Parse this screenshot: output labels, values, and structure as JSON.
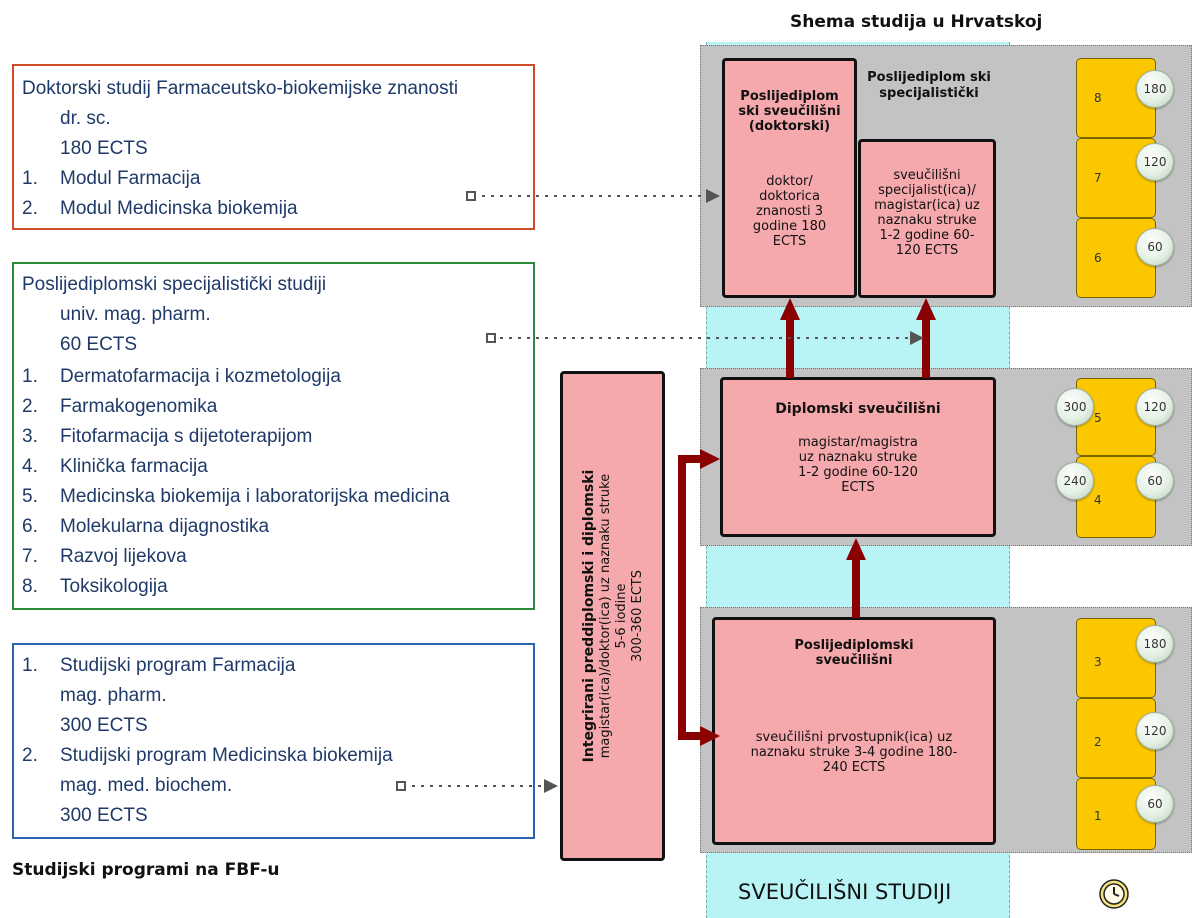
{
  "scheme_title": "Shema studija u Hrvatskoj",
  "fbf_caption": "Studijski programi na FBF-u",
  "bottom_label": "SVEUČILIŠNI STUDIJI",
  "doctoral_box": {
    "lines": [
      "Doktorski studij Farmaceutsko-biokemijske znanosti",
      "dr. sc.",
      "180 ECTS",
      "Modul Farmacija",
      "Modul Medicinska biokemija"
    ],
    "nums": [
      "1.",
      "2."
    ]
  },
  "specialist_box": {
    "lines": [
      "Poslijediplomski specijalistički studiji",
      "univ. mag. pharm.",
      "60 ECTS",
      "Dermatofarmacija i kozmetologija",
      "Farmakogenomika",
      "Fitofarmacija s dijetoterapijom",
      "Klinička farmacija",
      "Medicinska biokemija i laboratorijska medicina",
      "Molekularna dijagnostika",
      "Razvoj lijekova",
      "Toksikologija"
    ],
    "nums": [
      "1.",
      "2.",
      "3.",
      "4.",
      "5.",
      "6.",
      "7.",
      "8."
    ]
  },
  "programs_box": {
    "lines": [
      "Studijski program Farmacija",
      "mag. pharm.",
      "300 ECTS",
      "Studijski program Medicinska biokemija",
      "mag. med. biochem.",
      "300 ECTS"
    ],
    "nums": [
      "1.",
      "2."
    ]
  },
  "integrated": {
    "title": "Integrirani preddiplomski i diplomski",
    "line1": "magistar(ica)/doktor(ica) uz naznaku struke",
    "line2": "5-6 iodine",
    "line3": "300-360 ECTS"
  },
  "doctoral_card": {
    "title": "Poslijediplom ski sveučilišni (doktorski)",
    "body": "doktor/ doktorica znanosti 3 godine 180 ECTS"
  },
  "specialist_header": "Poslijediplom ski specijalistički",
  "specialist_card": {
    "body": "sveučilišni specijalist(ica)/ magistar(ica) uz naznaku struke 1-2 godine 60-120 ECTS"
  },
  "graduate_card": {
    "title": "Diplomski sveučilišni",
    "body": "magistar/magistra uz naznaku struke 1-2 godine 60-120 ECTS"
  },
  "undergrad_card": {
    "title": "Poslijediplomski sveučilišni",
    "body": "sveučilišni prvostupnik(ica) uz naznaku struke 3-4 godine 180-240 ECTS"
  },
  "years": {
    "top": [
      {
        "year": "8",
        "ects": "180"
      },
      {
        "year": "7",
        "ects": "120"
      },
      {
        "year": "6",
        "ects": "60"
      }
    ],
    "middle": [
      {
        "year": "5",
        "ects": "120",
        "cum": "300"
      },
      {
        "year": "4",
        "ects": "60",
        "cum": "240"
      }
    ],
    "bottom": [
      {
        "year": "3",
        "ects": "180"
      },
      {
        "year": "2",
        "ects": "120"
      },
      {
        "year": "1",
        "ects": "60"
      }
    ]
  },
  "icons": {
    "clock": "clock-icon"
  }
}
